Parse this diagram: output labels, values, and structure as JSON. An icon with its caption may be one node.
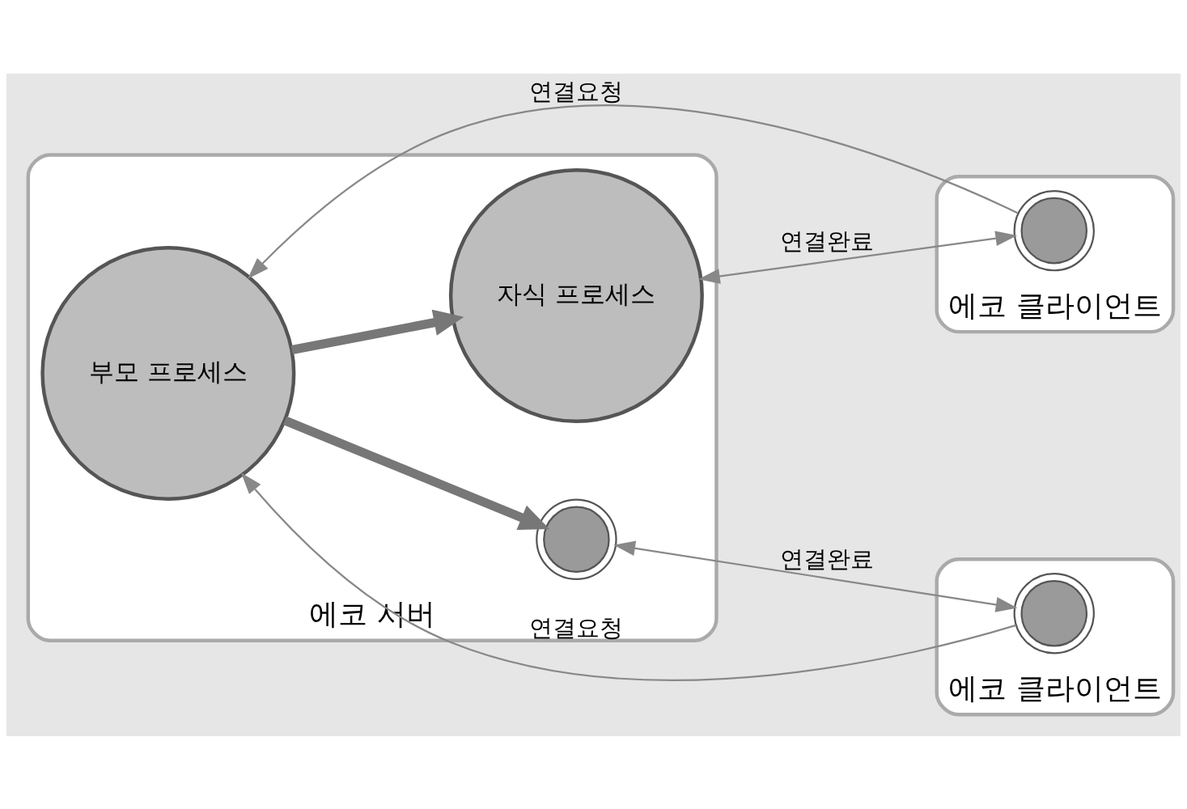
{
  "diagram": {
    "nodes": [
      {
        "text": [
          "에코 서버"
        ]
      },
      {
        "text": [
          "부모 프로세스"
        ],
        "in": 0
      },
      {
        "text": [
          "자식 프로세스"
        ],
        "in": 0
      },
      {
        "text": [],
        "shape": "gear",
        "in": 0
      },
      {
        "text": [
          "에코 클라이언트"
        ]
      },
      {
        "text": [],
        "shape": "gear",
        "in": 4
      },
      {
        "text": [
          "에코 클라이언트"
        ]
      },
      {
        "text": [],
        "shape": "gear",
        "in": 6
      }
    ],
    "edges": [
      {
        "from": 5,
        "to": 1,
        "arrow": "to",
        "label": "연결요청"
      },
      {
        "from": 1,
        "to": 2,
        "arrow": "to",
        "style": "thick"
      },
      {
        "from": 1,
        "to": 3,
        "arrow": "to",
        "style": "thick"
      },
      {
        "from": 3,
        "to": 5,
        "arrow": "both",
        "label": "연결완료"
      },
      {
        "from": 7,
        "to": 1,
        "arrow": "to",
        "label": "연결요청"
      },
      {
        "from": 2,
        "to": 7,
        "arrow": "both",
        "label": "연결완료"
      }
    ]
  }
}
